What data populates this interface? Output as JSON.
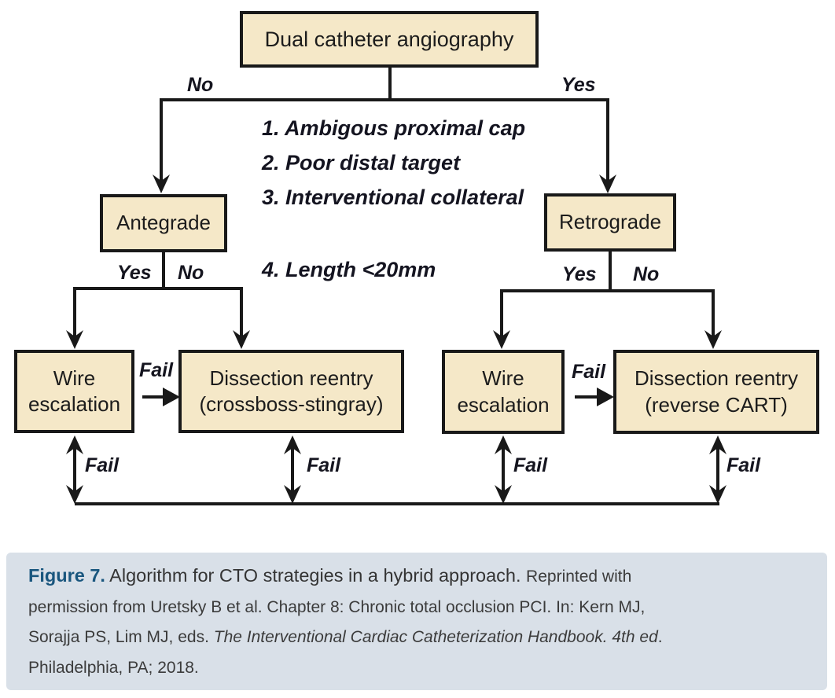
{
  "colors": {
    "box_fill": "#f5e8c8",
    "box_border": "#191919",
    "connector_line": "#191919",
    "caption_background": "#d9e0e8",
    "figure_label_blue": "#19567e"
  },
  "diagram": {
    "nodes": {
      "dual": {
        "label": "Dual catheter angiography"
      },
      "antegrade": {
        "label": "Antegrade"
      },
      "retrograde": {
        "label": "Retrograde"
      },
      "wire_left": {
        "line1": "Wire",
        "line2": "escalation"
      },
      "dissection_left": {
        "line1": "Dissection reentry",
        "line2": "(crossboss-stingray)"
      },
      "wire_right": {
        "line1": "Wire",
        "line2": "escalation"
      },
      "dissection_right": {
        "line1": "Dissection reentry",
        "line2": "(reverse CART)"
      }
    },
    "criteria": [
      "1. Ambigous proximal cap",
      "2. Poor distal target",
      "3. Interventional collateral",
      "4. Length <20mm"
    ],
    "edge_labels": {
      "root_no": "No",
      "root_yes": "Yes",
      "antegrade_yes": "Yes",
      "antegrade_no": "No",
      "retrograde_yes": "Yes",
      "retrograde_no": "No",
      "fail_mid_left": "Fail",
      "fail_mid_right": "Fail",
      "fail_bottom_1": "Fail",
      "fail_bottom_2": "Fail",
      "fail_bottom_3": "Fail",
      "fail_bottom_4": "Fail"
    }
  },
  "caption": {
    "figure_label": "Figure 7.",
    "title": " Algorithm for CTO strategies in a hybrid approach. ",
    "line1_tail": "Reprinted with",
    "line2": "permission from Uretsky B et al. Chapter 8: Chronic total occlusion PCI. In: Kern MJ,",
    "line3_start": "Sorajja PS, Lim MJ, eds. ",
    "line3_italic": "The Interventional Cardiac Catheterization Handbook. 4th ed",
    "line3_end": ".",
    "line4": "Philadelphia, PA; 2018."
  }
}
